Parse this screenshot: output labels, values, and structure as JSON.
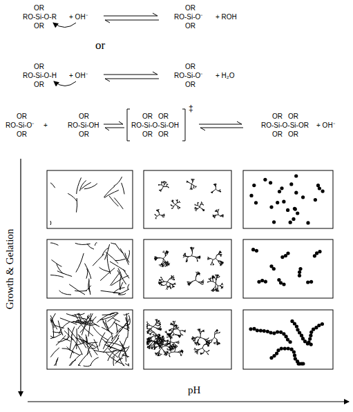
{
  "diagram": {
    "labels": [
      "OR",
      "RO-Si-O-R",
      "OR",
      "+ OH⁻",
      "OR",
      "RO-Si-O⁻",
      "OR",
      "+ ROH",
      "or",
      "OR",
      "RO-Si-O-H",
      "OR",
      "+ OH⁻",
      "OR",
      "RO-Si-O⁻",
      "OR",
      "+ H₂O",
      "OR",
      "RO-Si-O⁻",
      "OR",
      "+",
      "OR",
      "RO-Si-OH",
      "OR",
      "OR",
      "OR",
      "RO-Si-O-Si-OH",
      "OR",
      "OR",
      "‡",
      "OR",
      "OR",
      "RO-Si-O-Si-OR",
      "OR",
      "OR",
      "+ OH⁻",
      "Growth & Gelation",
      "pH"
    ]
  }
}
